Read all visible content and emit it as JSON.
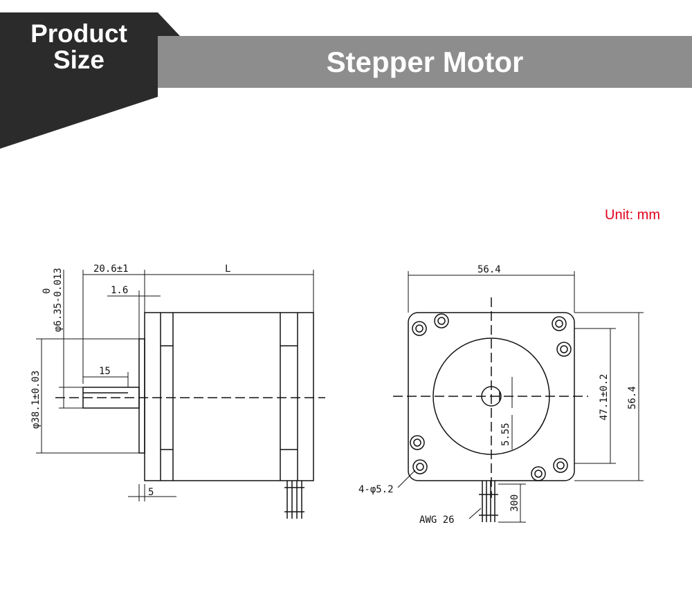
{
  "header": {
    "badge_label": "Product\nSize",
    "banner_title": "Stepper Motor"
  },
  "unit_label": "Unit: mm",
  "side_view": {
    "labels": {
      "shaft_dia": "φ6.35-0.013",
      "shaft_tol_top": "0",
      "boss_length": "20.6±1",
      "body_length": "L",
      "flange_step": "1.6",
      "flat_length": "15",
      "boss_dia": "φ38.1±0.03",
      "flange_thickness": "5"
    }
  },
  "front_view": {
    "labels": {
      "width": "56.4",
      "height": "56.4",
      "hole_spacing": "47.1±0.2",
      "flat_depth": "5.55",
      "hole_callout": "4-φ5.2",
      "wire_length": "300",
      "wire_gauge": "AWG 26"
    }
  },
  "colors": {
    "badge": "#2b2b2b",
    "banner": "#8d8d8d",
    "unit": "#e0001b"
  }
}
